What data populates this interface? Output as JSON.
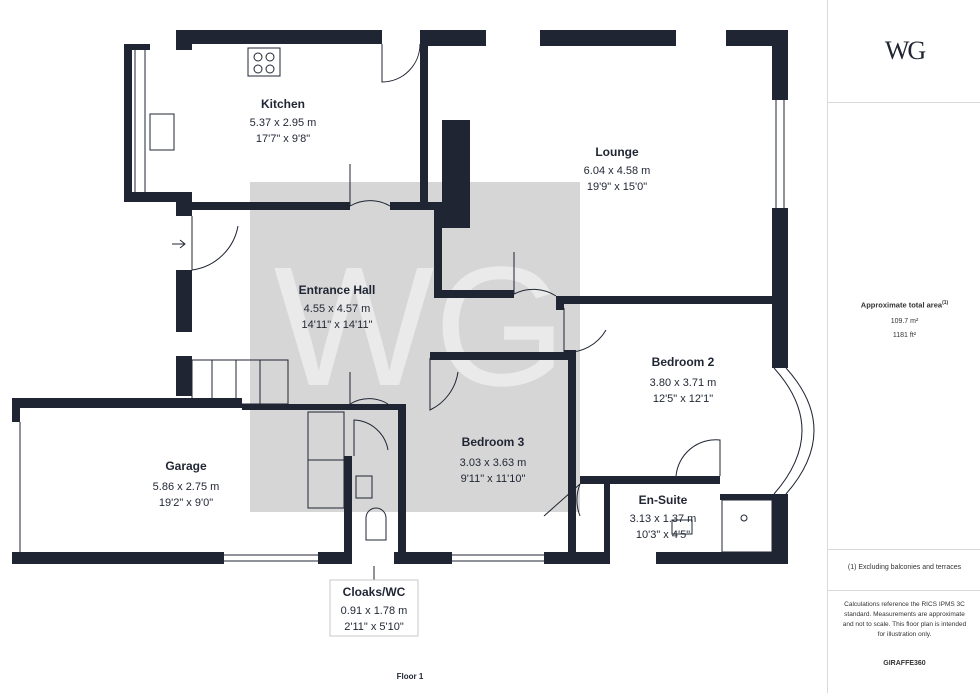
{
  "rooms": [
    {
      "name": "Kitchen",
      "metric": "5.37 x 2.95 m",
      "imperial": "17'7\" x 9'8\""
    },
    {
      "name": "Lounge",
      "metric": "6.04 x 4.58 m",
      "imperial": "19'9\" x 15'0\""
    },
    {
      "name": "Entrance Hall",
      "metric": "4.55 x 4.57 m",
      "imperial": "14'11\" x 14'11\""
    },
    {
      "name": "Bedroom 2",
      "metric": "3.80 x 3.71 m",
      "imperial": "12'5\" x 12'1\""
    },
    {
      "name": "Bedroom 3",
      "metric": "3.03 x 3.63 m",
      "imperial": "9'11\" x 11'10\""
    },
    {
      "name": "Garage",
      "metric": "5.86 x 2.75 m",
      "imperial": "19'2\" x 9'0\""
    },
    {
      "name": "En-Suite",
      "metric": "3.13 x 1.37 m",
      "imperial": "10'3\" x 4'5\""
    },
    {
      "name": "Cloaks/WC",
      "metric": "0.91 x 1.78 m",
      "imperial": "2'11\" x 5'10\""
    }
  ],
  "watermark": "WG",
  "floor_label": "Floor 1",
  "sidebar": {
    "logo": "WG",
    "area_title": "Approximate total area",
    "area_sup": "(1)",
    "area_m2": "109.7 m²",
    "area_ft2": "1181 ft²",
    "footnote": "(1) Excluding balconies and terraces",
    "disclaimer": "Calculations reference the RICS IPMS 3C standard. Measurements are approximate and not to scale. This floor plan is intended for illustration only.",
    "brand": "GIRAFFE360"
  },
  "colors": {
    "wall": "#1f2533",
    "watermark": "#d6d6d6",
    "text": "#1f2533"
  }
}
